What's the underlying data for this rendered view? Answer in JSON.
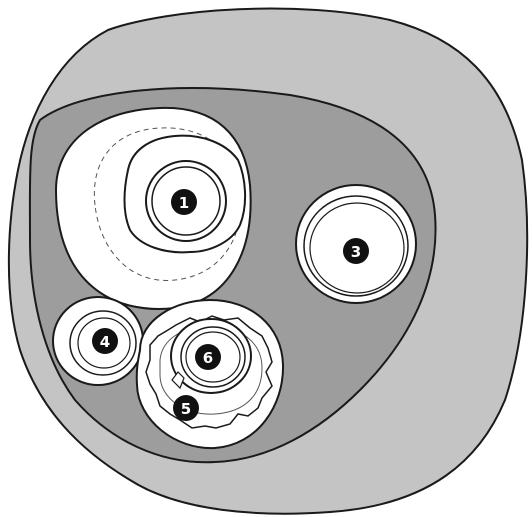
{
  "colors": {
    "outer_region": "#c4c4c4",
    "inner_region": "#9d9d9d",
    "structure_fill": "#ffffff",
    "outline": "#1a1a1a",
    "marker_fill": "#111111",
    "marker_text": "#ffffff"
  },
  "markers": {
    "m1": "1",
    "m3": "3",
    "m4": "4",
    "m5": "5",
    "m6": "6"
  }
}
